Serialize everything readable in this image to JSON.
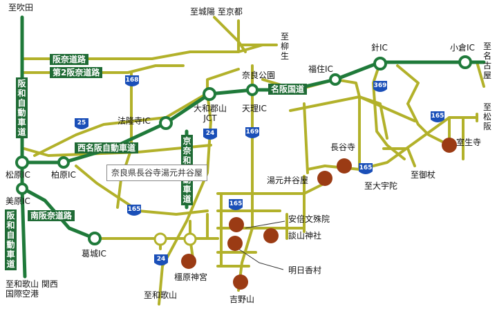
{
  "colors": {
    "expressway": "#1f7a3a",
    "road": "#b2b12a",
    "spot": "#9b3b14",
    "sign": "#1f6b35"
  },
  "places": {
    "suita": "至吹田",
    "kyoto": "至城陽 至京都",
    "yagyu": "至柳生",
    "nara_koen": "奈良公園",
    "fukusumi": "福住IC",
    "hari": "針IC",
    "ogura": "小倉IC",
    "nagoya": "至名古屋",
    "matsusaka": "至松阪",
    "horyuji": "法隆寺IC",
    "yamato_koriyama": "大和郡山JCT",
    "tenri": "天理IC",
    "hasedera": "長谷寺",
    "murouji": "室生寺",
    "matsubara": "松原IC",
    "kashiwara": "柏原IC",
    "mihara": "美原IC",
    "yumoto": "湯元井谷屋",
    "ouda": "至大宇陀",
    "mitsue": "至御杖",
    "abemonju": "安倍文殊院",
    "tanzan": "談山神社",
    "katsuragi": "葛城IC",
    "kashihara": "橿原神宮",
    "asuka": "明日香村",
    "yoshino": "吉野山",
    "wakayama": "至和歌山",
    "wakayama_kix": "至和歌山 関西国際空港"
  },
  "roads": {
    "hanna": "阪奈道路",
    "dai2hanna": "第2阪奈道路",
    "hanwa": "阪和自動車道",
    "nishimeihan": "西名阪自動車道",
    "meihan": "名阪国道",
    "keinawa": "京奈和自動車道",
    "minamihanna": "南阪奈道路"
  },
  "routes": {
    "r168": "168",
    "r25": "25",
    "r24": "24",
    "r169": "169",
    "r369": "369",
    "r165": "165"
  },
  "info": {
    "title": "奈良県長谷寺湯元井谷屋"
  }
}
